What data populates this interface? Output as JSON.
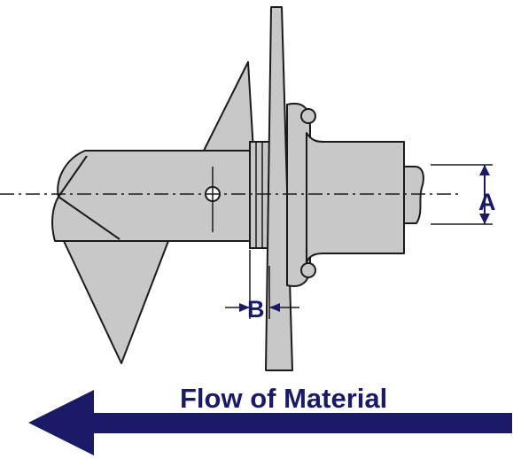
{
  "labels": {
    "dimension_a": "A",
    "dimension_b": "B",
    "flow": "Flow of Material"
  },
  "colors": {
    "part_fill": "#c8c8c8",
    "part_stroke": "#1a1a1a",
    "accent": "#1a1a66",
    "background": "#ffffff"
  },
  "icons": {
    "flow_direction": "left-arrow-icon"
  }
}
